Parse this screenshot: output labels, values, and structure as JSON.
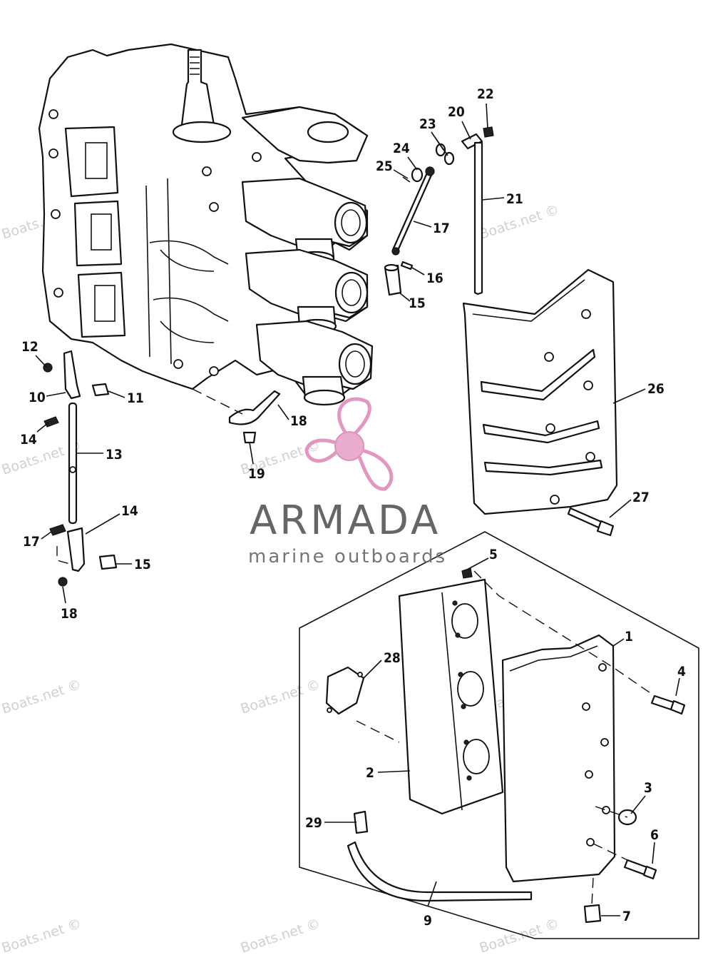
{
  "brand": {
    "name": "ARMADA",
    "tagline": "marine outboards",
    "logo_color": "#e8a5c8"
  },
  "watermark": "Boats.net ©",
  "callouts": [
    "1",
    "2",
    "3",
    "4",
    "5",
    "6",
    "7",
    "9",
    "10",
    "11",
    "12",
    "13",
    "14",
    "15",
    "16",
    "17",
    "18",
    "19",
    "20",
    "21",
    "22",
    "23",
    "24",
    "25",
    "26",
    "27",
    "28",
    "29"
  ],
  "callouts_repeated": {
    "14b": "14",
    "15b": "15",
    "17b": "17",
    "18b": "18"
  }
}
